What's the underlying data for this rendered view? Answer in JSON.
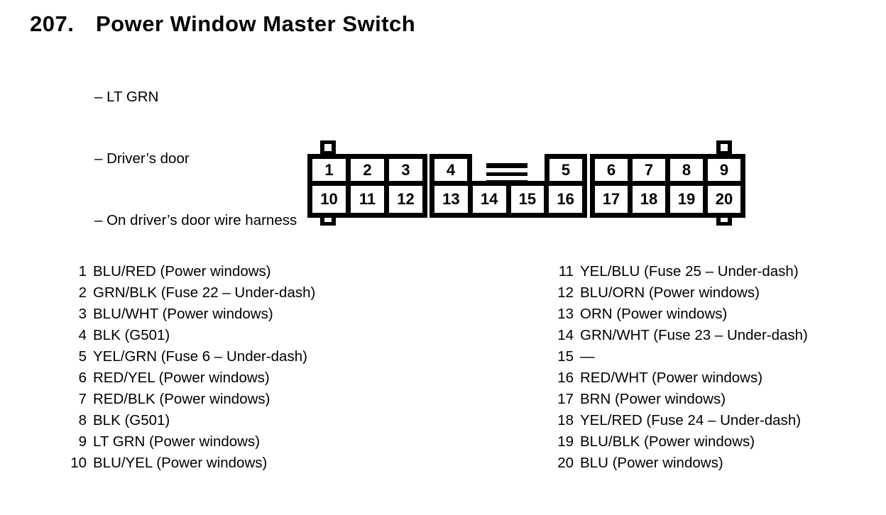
{
  "header": {
    "section_number": "207.",
    "title": "Power Window Master Switch",
    "bullets": [
      "– LT GRN",
      "– Driver’s door",
      "– On driver’s door wire harness"
    ]
  },
  "connector": {
    "left_top": [
      "1",
      "2",
      "3"
    ],
    "left_bottom": [
      "10",
      "11",
      "12"
    ],
    "mid_top_left": "4",
    "mid_top_right": "5",
    "mid_bottom": [
      "13",
      "14",
      "15",
      "16"
    ],
    "right_top": [
      "6",
      "7",
      "8",
      "9"
    ],
    "right_bottom": [
      "17",
      "18",
      "19",
      "20"
    ]
  },
  "pins": {
    "left": [
      {
        "num": "1",
        "desc": "BLU/RED (Power windows)"
      },
      {
        "num": "2",
        "desc": "GRN/BLK (Fuse 22 – Under-dash)"
      },
      {
        "num": "3",
        "desc": "BLU/WHT (Power windows)"
      },
      {
        "num": "4",
        "desc": "BLK (G501)"
      },
      {
        "num": "5",
        "desc": "YEL/GRN (Fuse 6 – Under-dash)"
      },
      {
        "num": "6",
        "desc": "RED/YEL (Power windows)"
      },
      {
        "num": "7",
        "desc": "RED/BLK (Power windows)"
      },
      {
        "num": "8",
        "desc": "BLK (G501)"
      },
      {
        "num": "9",
        "desc": "LT GRN (Power windows)"
      },
      {
        "num": "10",
        "desc": "BLU/YEL (Power windows)"
      }
    ],
    "right": [
      {
        "num": "11",
        "desc": "YEL/BLU (Fuse 25 – Under-dash)"
      },
      {
        "num": "12",
        "desc": "BLU/ORN (Power windows)"
      },
      {
        "num": "13",
        "desc": "ORN (Power windows)"
      },
      {
        "num": "14",
        "desc": "GRN/WHT (Fuse 23 – Under-dash)"
      },
      {
        "num": "15",
        "desc": "—"
      },
      {
        "num": "16",
        "desc": "RED/WHT (Power windows)"
      },
      {
        "num": "17",
        "desc": "BRN (Power windows)"
      },
      {
        "num": "18",
        "desc": "YEL/RED (Fuse 24 – Under-dash)"
      },
      {
        "num": "19",
        "desc": "BLU/BLK (Power windows)"
      },
      {
        "num": "20",
        "desc": "BLU (Power windows)"
      }
    ]
  },
  "colors": {
    "ink": "#000000",
    "paper": "#ffffff"
  }
}
